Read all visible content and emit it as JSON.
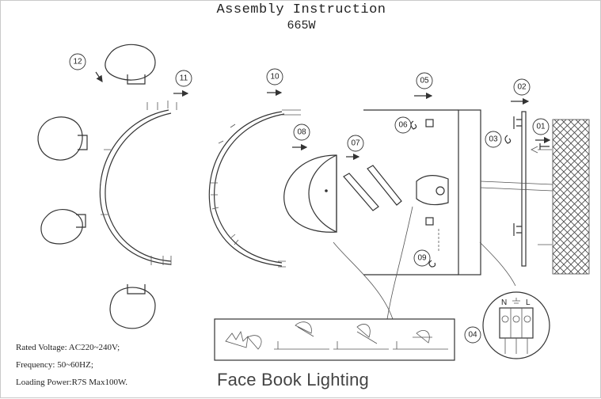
{
  "title": "Assembly Instruction",
  "model": "665W",
  "specs": {
    "rated_voltage": "Rated Voltage: AC220~240V;",
    "frequency": "Frequency: 50~60HZ;",
    "loading_power": "Loading Power:R7S Max100W."
  },
  "watermark": "Face Book Lighting",
  "callouts": [
    "01",
    "02",
    "03",
    "04",
    "05",
    "06",
    "07",
    "08",
    "09",
    "10",
    "11",
    "12"
  ],
  "wiring_labels": [
    "N",
    "L"
  ]
}
